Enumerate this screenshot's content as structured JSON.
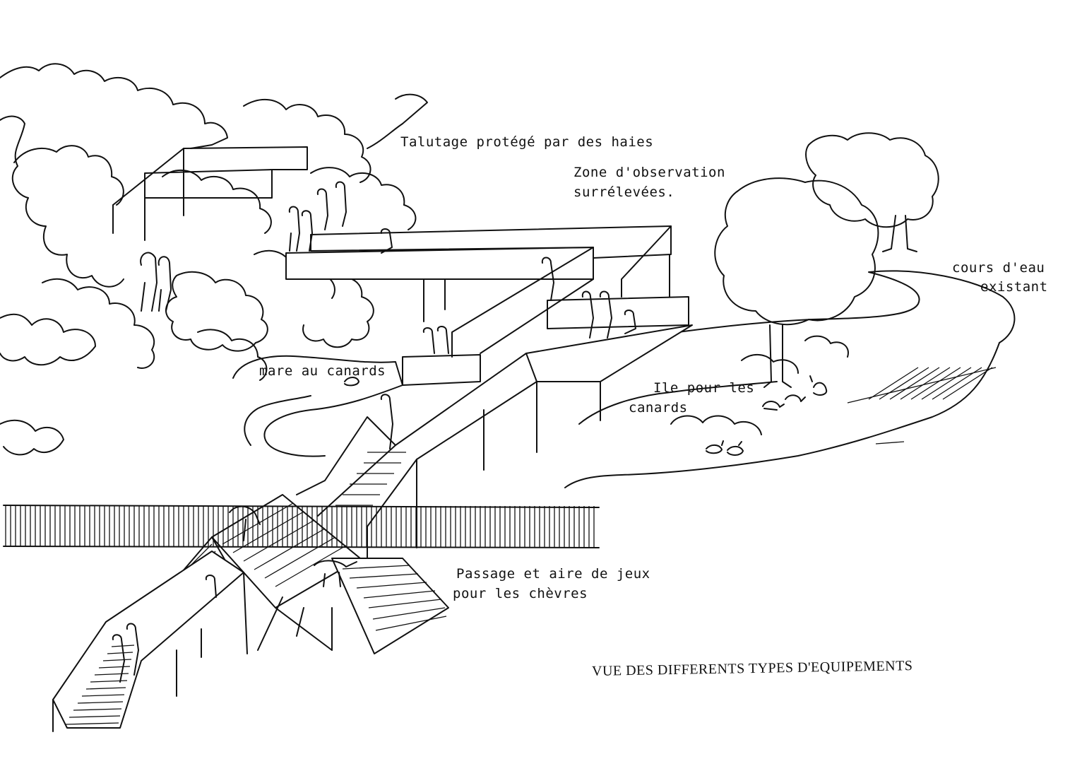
{
  "labels": {
    "talutage": "Talutage protégé par des haies",
    "zone_line1": "Zone d'observation",
    "zone_line2": "surrélevées.",
    "cours_line1": "cours d'eau",
    "cours_line2": "existant",
    "mare": "mare au canards",
    "ile_line1": "Ile pour les",
    "ile_line2": "canards",
    "passage_line1": "Passage et aire de jeux",
    "passage_line2": "pour les chèvres"
  },
  "caption": "VUE DES DIFFERENTS TYPES D'EQUIPEMENTS"
}
